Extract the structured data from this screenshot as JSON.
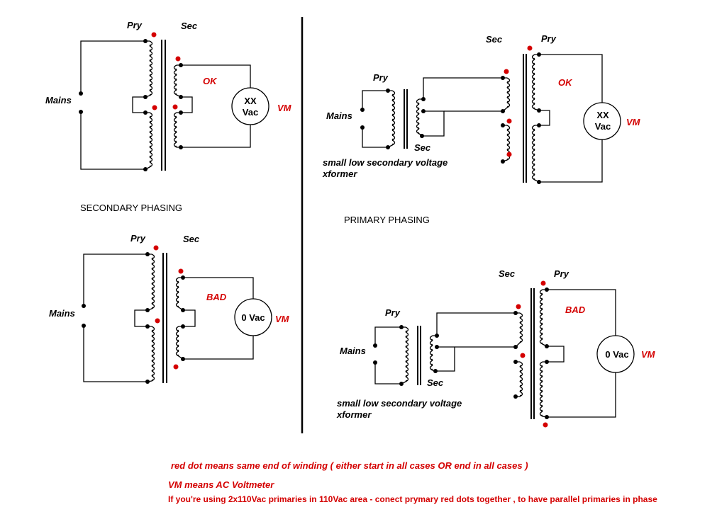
{
  "labels": {
    "pry": "Pry",
    "sec": "Sec",
    "mains": "Mains",
    "vm": "VM",
    "ok": "OK",
    "bad": "BAD",
    "meter_xx_line1": "XX",
    "meter_xx_line2": "Vac",
    "meter_zero": "0 Vac",
    "small_xformer_line1": "small low secondary voltage",
    "small_xformer_line2": "xformer"
  },
  "titles": {
    "secondary_phasing": "SECONDARY PHASING",
    "primary_phasing": "PRIMARY PHASING"
  },
  "notes": {
    "red_dot": "red dot means same end of winding ( either start in all cases OR end in all cases )",
    "vm_means": "VM means AC Voltmeter",
    "parallel": "If you're using 2x110Vac primaries in 110Vac area - conect prymary red dots together , to have parallel primaries in phase"
  },
  "colors": {
    "line": "#000000",
    "dot": "#d40000",
    "annotation": "#d40000",
    "background": "#ffffff"
  }
}
